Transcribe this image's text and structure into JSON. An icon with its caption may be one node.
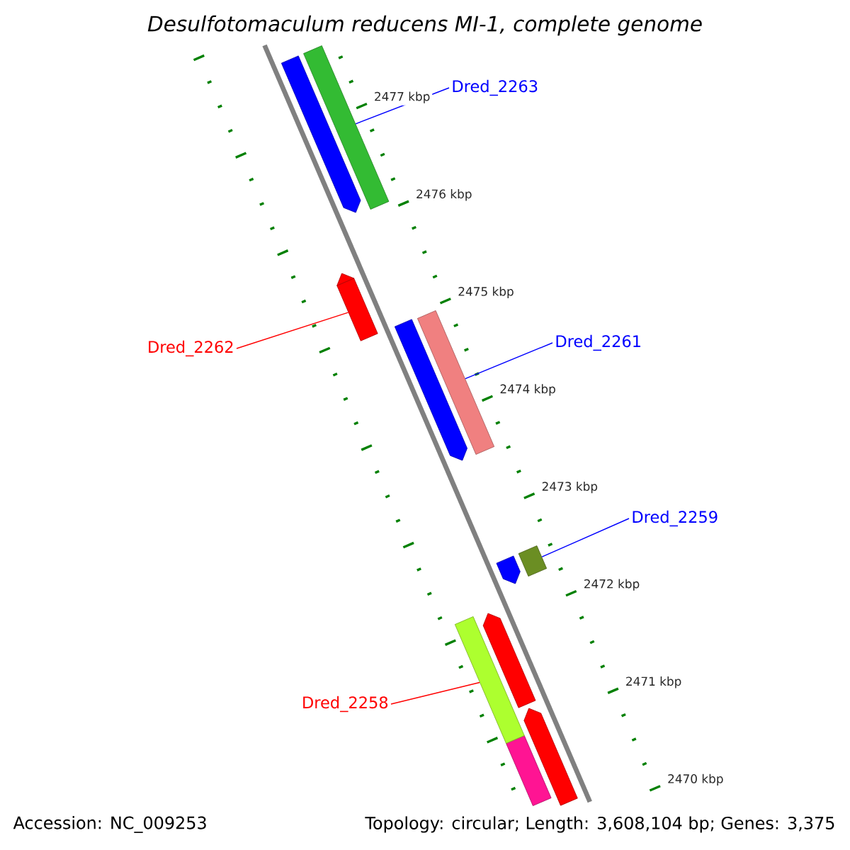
{
  "diagram": {
    "title": "Desulfotomaculum reducens MI-1, complete genome",
    "nodes": [
      {
        "text": [
          "Dred_2263"
        ]
      },
      {
        "text": [
          "Dred_2261"
        ]
      },
      {
        "text": [
          "Dred_2262"
        ]
      },
      {
        "text": [
          "Dred_2259"
        ]
      },
      {
        "text": [
          "Dred_2258"
        ]
      },
      {
        "text": [],
        "shape": "bar"
      },
      {
        "text": [],
        "shape": "bar"
      },
      {
        "text": [],
        "shape": "bar"
      },
      {
        "text": [],
        "shape": "bar"
      },
      {
        "text": [],
        "shape": "bar"
      }
    ],
    "edges": [
      {
        "from": 0,
        "to": 5,
        "arrow": "none"
      },
      {
        "from": 1,
        "to": 7,
        "arrow": "none"
      },
      {
        "from": 2,
        "to": 6,
        "arrow": "none",
        "color": "#ff0000"
      },
      {
        "from": 3,
        "to": 8,
        "arrow": "none"
      },
      {
        "from": 4,
        "to": 9,
        "arrow": "none",
        "color": "#ff0000"
      }
    ],
    "labels": [
      "2477 kbp",
      "2476 kbp",
      "2475 kbp",
      "2474 kbp",
      "2473 kbp",
      "2472 kbp",
      "2471 kbp",
      "2470 kbp",
      "Accession: NC_009253",
      "Topology: circular; Length: 3,608,104 bp; Genes: 3,375"
    ]
  }
}
